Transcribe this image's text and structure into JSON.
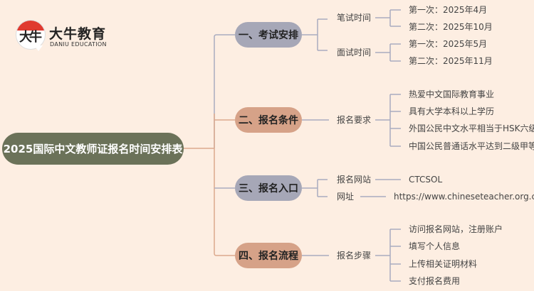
{
  "logo": {
    "badge_text": "大牛",
    "name_cn": "大牛教育",
    "name_en": "DANIU EDUCATION"
  },
  "colors": {
    "background": "#fdeee2",
    "root": "#6b7259",
    "grey_branch": "#a6a7b7",
    "brown_branch": "#d6a288",
    "grey_line": "#a9acc0",
    "brown_line": "#dca98d"
  },
  "root": {
    "title": "2025国际中文教师证报名时间安排表"
  },
  "branches": [
    {
      "title": "一、考试安排",
      "children": [
        {
          "label": "笔试时间",
          "items": [
            "第一次：2025年4月",
            "第二次：2025年10月"
          ]
        },
        {
          "label": "面试时间",
          "items": [
            "第一次：2025年5月",
            "第二次：2025年11月"
          ]
        }
      ]
    },
    {
      "title": "二、报名条件",
      "children": [
        {
          "label": "报名要求",
          "items": [
            "热爱中文国际教育事业",
            "具有大学本科以上学历",
            "外国公民中文水平相当于HSK六级",
            "中国公民普通话水平达到二级甲等"
          ]
        }
      ]
    },
    {
      "title": "三、报名入口",
      "children": [
        {
          "label": "报名网站",
          "items": [
            "CTCSOL"
          ]
        },
        {
          "label": "网址",
          "items": [
            "https://www.chineseteacher.org.cn"
          ]
        }
      ]
    },
    {
      "title": "四、报名流程",
      "children": [
        {
          "label": "报名步骤",
          "items": [
            "访问报名网站，注册账户",
            "填写个人信息",
            "上传相关证明材料",
            "支付报名费用"
          ]
        }
      ]
    }
  ]
}
